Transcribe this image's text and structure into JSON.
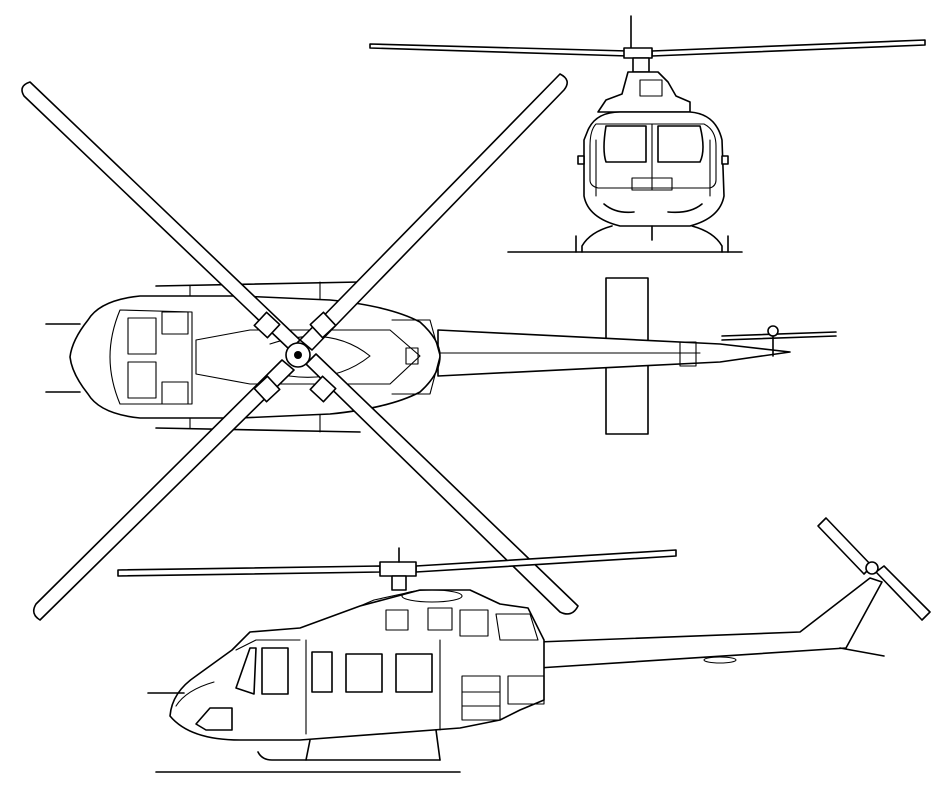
{
  "figure": {
    "subject": "helicopter",
    "views": [
      "front-view",
      "top-view",
      "side-view"
    ],
    "rotor_blades": 4,
    "line_color": "#000000",
    "background_color": "#ffffff"
  }
}
